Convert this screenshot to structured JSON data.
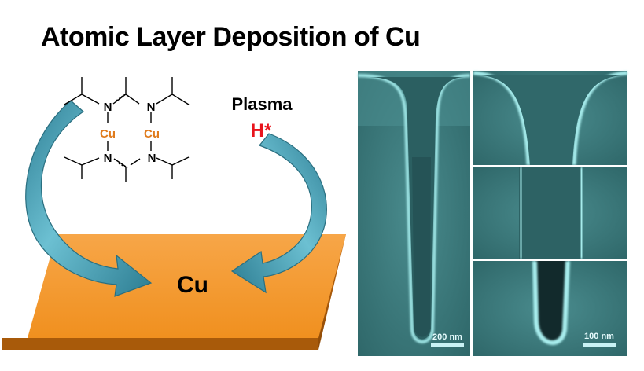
{
  "title": "Atomic Layer Deposition of Cu",
  "precursor": {
    "atoms": {
      "nitrogen": "N",
      "copper": "Cu"
    },
    "copper_color": "#e07b1c"
  },
  "reactant": {
    "label": "Plasma",
    "species": "H*",
    "species_color": "#e8141c"
  },
  "substrate": {
    "label": "Cu",
    "color": "#f39a32"
  },
  "arrow_color": "#3d93a8",
  "sem": {
    "tint": "#3f7f82",
    "scale_bars": [
      "200 nm",
      "100 nm"
    ]
  }
}
